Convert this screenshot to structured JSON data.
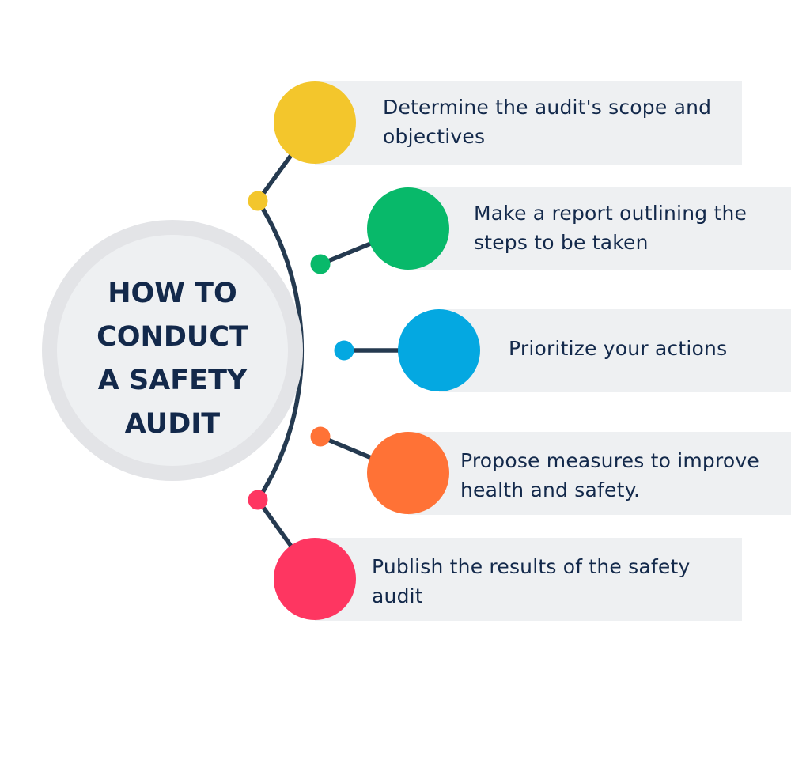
{
  "title_lines": [
    "HOW TO",
    "CONDUCT",
    "A SAFETY",
    "AUDIT"
  ],
  "colors": {
    "line": "#253a50",
    "text": "#13294b",
    "box": "#eef0f2",
    "ring": "#e3e4e7"
  },
  "steps": [
    {
      "text": "Determine the audit's scope and objectives",
      "color": "#f3c62c"
    },
    {
      "text": "Make a report outlining the steps to be taken",
      "color": "#08b96a"
    },
    {
      "text": "Prioritize your actions",
      "color": "#04a8e1"
    },
    {
      "text": "Propose measures to improve health and safety.",
      "color": "#ff7236"
    },
    {
      "text": "Publish the results of the safety audit",
      "color": "#fe3661"
    }
  ]
}
